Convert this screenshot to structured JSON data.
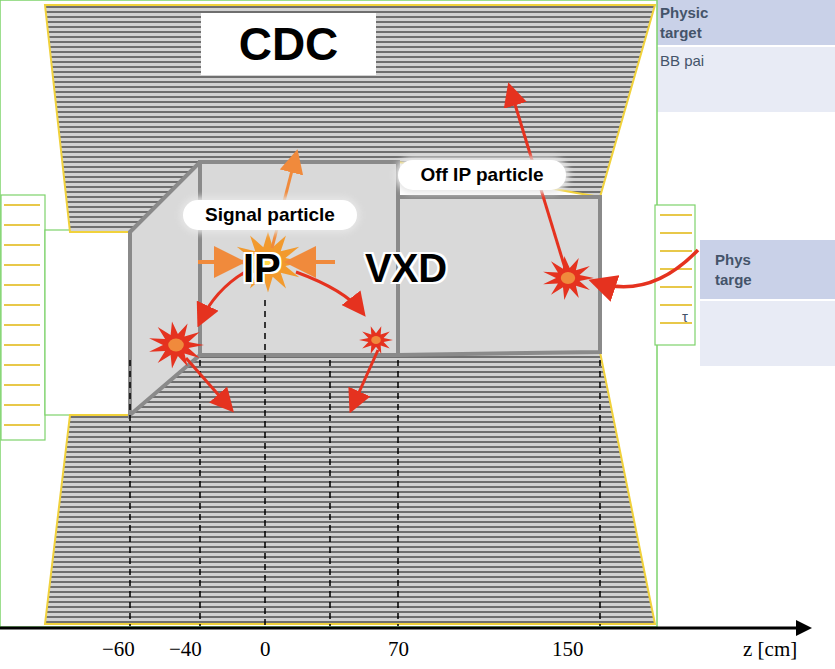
{
  "diagram": {
    "nodes": [
      {
        "text": [
          "CDC"
        ]
      },
      {
        "text": [
          "Signal particle"
        ]
      },
      {
        "text": [
          "Off IP particle"
        ]
      }
    ],
    "labels": [
      "IP",
      "VXD",
      "Physic target",
      "BB pai",
      "Phys targe",
      "τ",
      "−60",
      "−40",
      "0",
      "70",
      "150",
      "z [cm]"
    ]
  }
}
